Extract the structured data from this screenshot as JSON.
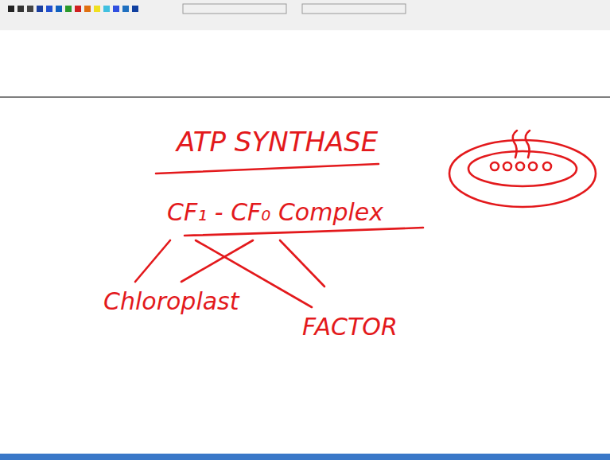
{
  "diagram": {
    "title": "ATP SYNTHASE",
    "labels": [
      "CF₁ - CF₀ Complex",
      "Chloroplast",
      "FACTOR"
    ]
  }
}
